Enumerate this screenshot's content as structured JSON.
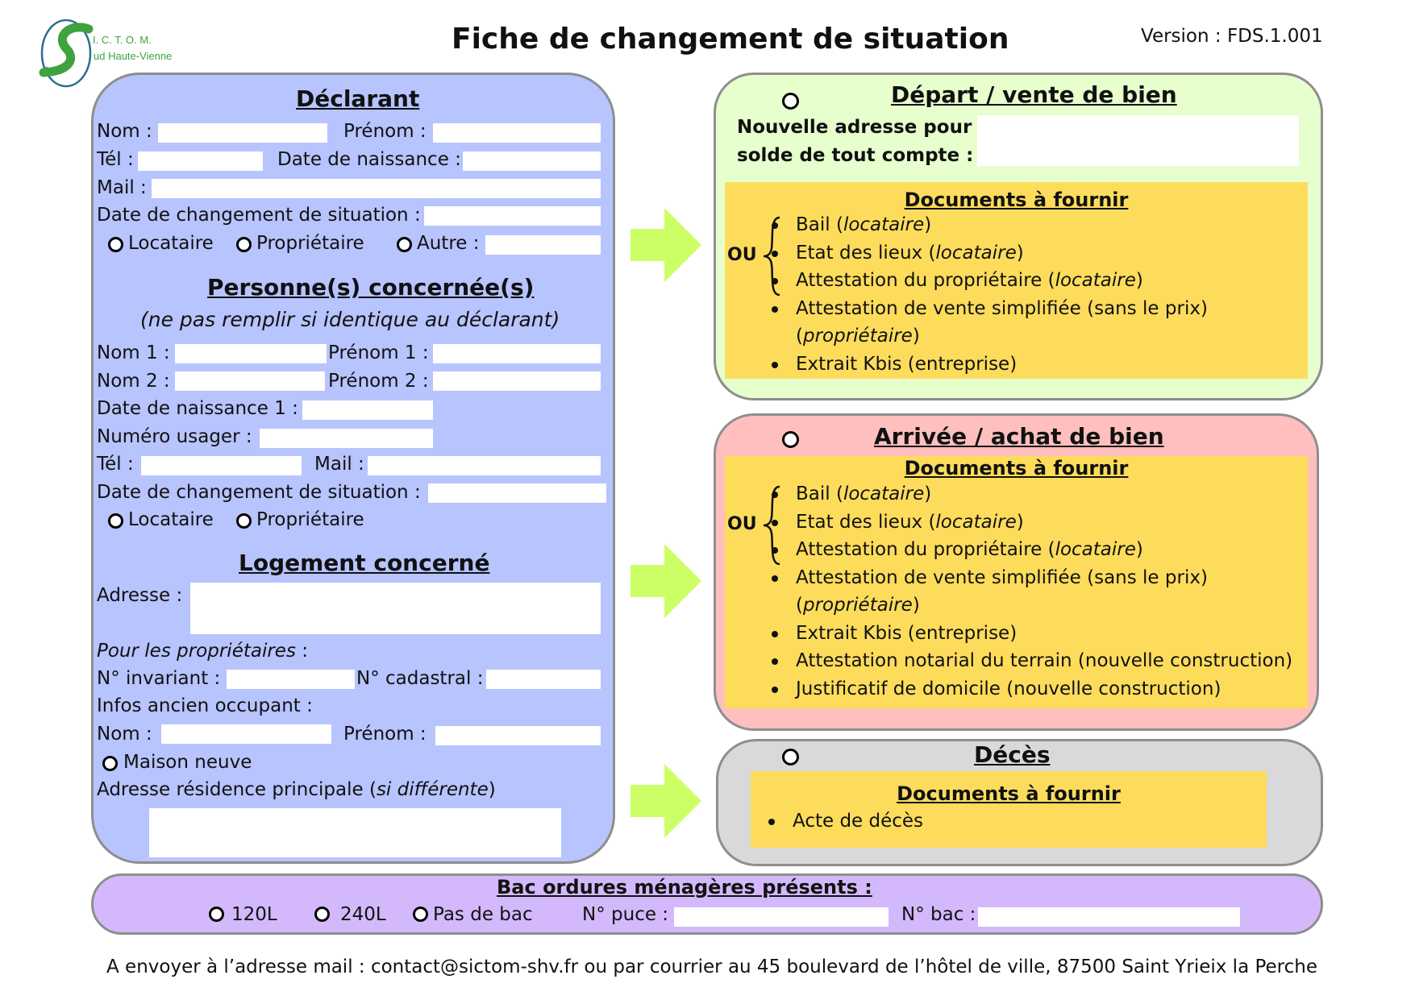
{
  "header": {
    "logo_text_1": "I. C. T. O. M.",
    "logo_text_2": "ud Haute-Vienne",
    "logo_letter_s": "S",
    "title": "Fiche de changement de situation",
    "version": "Version : FDS.1.001"
  },
  "declarant": {
    "title": "Déclarant",
    "nom": "Nom :",
    "prenom": "Prénom :",
    "tel": "Tél :",
    "date_naissance": "Date de naissance :",
    "mail": "Mail :",
    "date_changement": "Date de changement de situation :",
    "locataire": "Locataire",
    "proprietaire": "Propriétaire",
    "autre": "Autre :"
  },
  "personnes": {
    "title": "Personne(s) concernée(s)",
    "subtitle": "(ne pas remplir si identique au déclarant)",
    "nom1": "Nom 1 :",
    "prenom1": "Prénom 1 :",
    "nom2": "Nom 2 :",
    "prenom2": "Prénom 2 :",
    "date_naissance1": "Date de naissance 1 :",
    "numero_usager": "Numéro usager :",
    "tel": "Tél :",
    "mail": "Mail :",
    "date_changement": "Date de changement de situation :",
    "locataire": "Locataire",
    "proprietaire": "Propriétaire"
  },
  "logement": {
    "title": "Logement concerné",
    "adresse": "Adresse :",
    "pour_proprietaires": "Pour les propriétaires",
    "pour_proprietaires_suffix": " :",
    "invariant": "N° invariant :",
    "cadastral": "N° cadastral :",
    "infos_ancien": "Infos ancien occupant :",
    "nom": "Nom :",
    "prenom": "Prénom :",
    "maison_neuve": "Maison neuve",
    "residence_prefix": "Adresse résidence principale (",
    "residence_italic": "si différente",
    "residence_suffix": ")"
  },
  "depart": {
    "title": "Départ / vente de bien",
    "nouvelle_adresse_1": "Nouvelle adresse pour",
    "nouvelle_adresse_2": "solde de tout compte :",
    "docs_title": "Documents à fournir",
    "ou": "OU",
    "docs": [
      {
        "text": "Bail (",
        "italic": "locataire",
        "end": ")"
      },
      {
        "text": "Etat des lieux (",
        "italic": "locataire",
        "end": ")"
      },
      {
        "text": "Attestation du propriétaire (",
        "italic": "locataire",
        "end": ")"
      },
      {
        "text": "Attestation de vente simplifiée (sans le prix)",
        "italic": "",
        "end": ""
      },
      {
        "text": "(",
        "italic": "propriétaire",
        "end": ")",
        "cont": true
      },
      {
        "text": "Extrait Kbis (entreprise)",
        "italic": "",
        "end": ""
      }
    ]
  },
  "arrivee": {
    "title": "Arrivée / achat de bien",
    "docs_title": "Documents à fournir",
    "ou": "OU",
    "docs": [
      {
        "text": "Bail (",
        "italic": "locataire",
        "end": ")"
      },
      {
        "text": "Etat des lieux (",
        "italic": "locataire",
        "end": ")"
      },
      {
        "text": "Attestation du propriétaire (",
        "italic": "locataire",
        "end": ")"
      },
      {
        "text": "Attestation de vente simplifiée (sans le prix)",
        "italic": "",
        "end": ""
      },
      {
        "text": "(",
        "italic": "propriétaire",
        "end": ")",
        "cont": true
      },
      {
        "text": "Extrait Kbis (entreprise)",
        "italic": "",
        "end": ""
      },
      {
        "text": "Attestation notarial du terrain (nouvelle construction)",
        "italic": "",
        "end": ""
      },
      {
        "text": "Justificatif de domicile (nouvelle construction)",
        "italic": "",
        "end": ""
      }
    ]
  },
  "deces": {
    "title": "Décès",
    "docs_title": "Documents à fournir",
    "docs": [
      {
        "text": "Acte de décès",
        "italic": "",
        "end": ""
      }
    ]
  },
  "bac": {
    "title": "Bac ordures ménagères présents :",
    "opt_120": "120L",
    "opt_240": "240L",
    "opt_none": "Pas de bac",
    "puce": "N° puce :",
    "numero_bac": "N° bac :"
  },
  "footer": {
    "text": "A envoyer à l’adresse mail : contact@sictom-shv.fr ou par courrier au 45 boulevard de l’hôtel de ville, 87500 Saint Yrieix la Perche"
  },
  "colors": {
    "declarant_panel": "#b7c4fd",
    "depart_panel": "#e6ffcd",
    "arrivee_panel": "#ffbfbf",
    "deces_panel": "#d9d9d9",
    "bac_panel": "#d3b9fb",
    "docs_box": "#fddc5c",
    "arrow": "#ccff66",
    "logo_green": "#3ea23e",
    "logo_blue": "#2d6e8e"
  }
}
